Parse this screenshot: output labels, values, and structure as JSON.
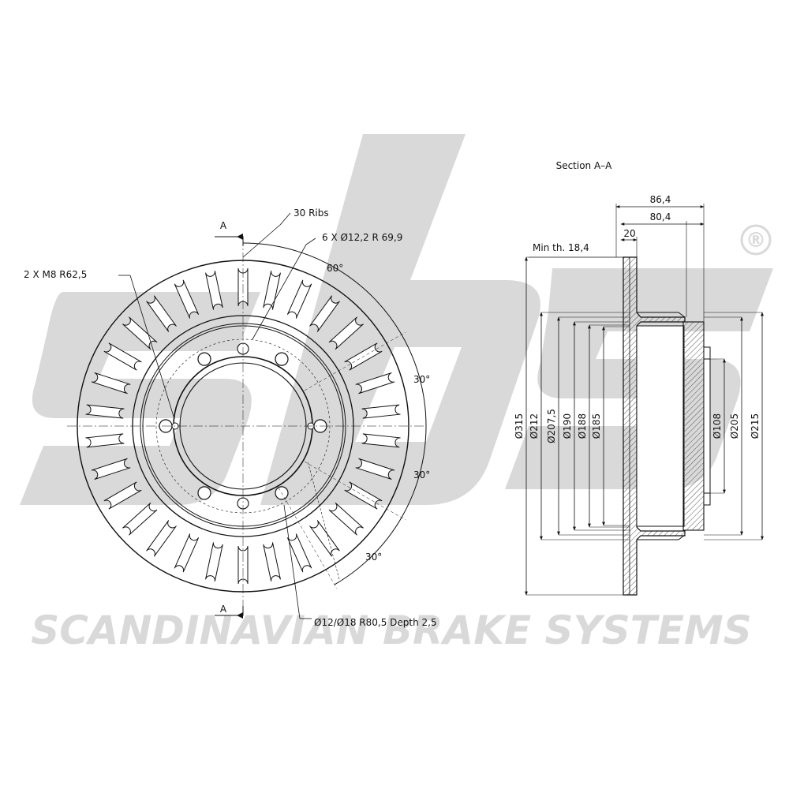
{
  "watermark": {
    "brand_text": "SCANDINAVIAN BRAKE SYSTEMS",
    "registered_mark": "®"
  },
  "front_view": {
    "section_mark_top": "A",
    "section_mark_bottom": "A",
    "ribs_label": "30 Ribs",
    "bolt_holes_label": "6 X Ø12,2   R 69,9",
    "thread_label": "2 X M8   R62,5",
    "hub_holes_label": "Ø12/Ø18   R80,5 Depth 2,5",
    "angle_top": "60°",
    "angle_right_upper": "30°",
    "angle_right_lower": "30°",
    "angle_bottom": "30°"
  },
  "section_view": {
    "title": "Section A–A",
    "overall_width": "86,4",
    "hat_width": "80,4",
    "disc_thickness": "20",
    "min_thickness": "Min th. 18,4",
    "diameters": [
      "Ø315",
      "Ø212",
      "Ø207,5",
      "Ø190",
      "Ø188",
      "Ø185",
      "Ø108",
      "Ø205",
      "Ø215"
    ]
  },
  "colors": {
    "line": "#111111",
    "watermark": "#d9d9d9",
    "hatch": "#555555"
  }
}
